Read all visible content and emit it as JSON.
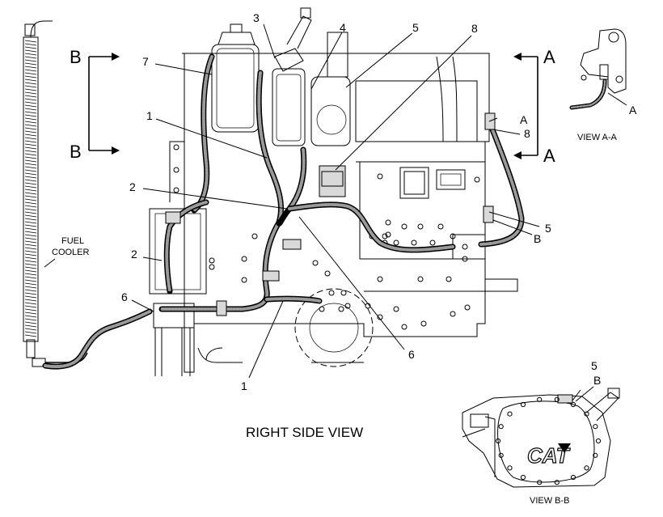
{
  "title": "RIGHT SIDE VIEW",
  "fuel_cooler_label": [
    "FUEL",
    "COOLER"
  ],
  "section_markers": {
    "a": "A",
    "b": "B"
  },
  "views": {
    "aa": {
      "caption": "VIEW A-A",
      "callout": "A"
    },
    "bb": {
      "caption": "VIEW B-B",
      "callouts": [
        "5",
        "B"
      ],
      "logo_text": "CAT"
    }
  },
  "callouts_main": [
    "1",
    "1",
    "2",
    "2",
    "3",
    "4",
    "5",
    "5",
    "6",
    "6",
    "7",
    "8"
  ],
  "callouts_side": [
    "A",
    "8",
    "B"
  ]
}
